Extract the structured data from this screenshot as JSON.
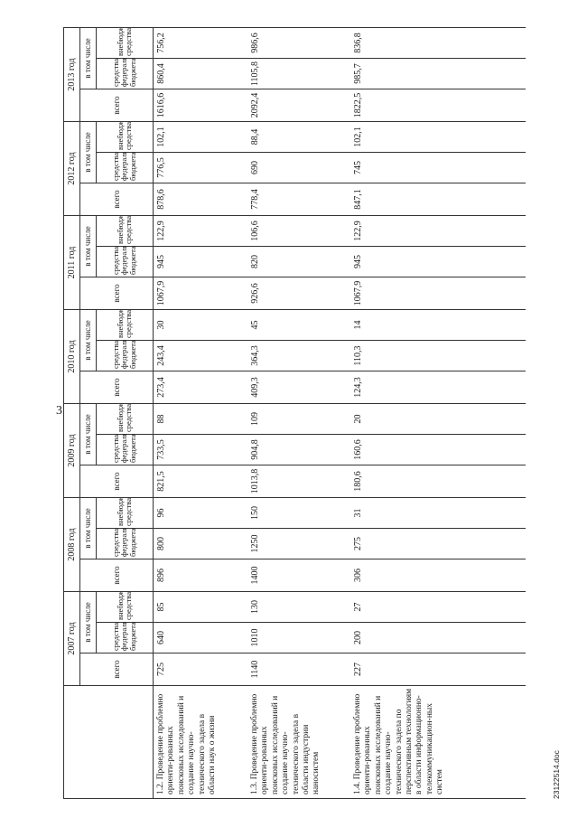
{
  "page_number": "3",
  "footer": "23122514.doc",
  "header": {
    "years": [
      "2007 год",
      "2008 год",
      "2009 год",
      "2010 год",
      "2011 год",
      "2012 год",
      "2013 год"
    ],
    "total_label": "всего",
    "including_label": "в том числе",
    "federal_label": "средства федерального бюджета",
    "extra_label": "внебюджетные средства"
  },
  "rows": [
    {
      "description": "1.2. Проведение проблемно ориенти-рованных поисковых исследований и создание научно-технического задела в области наук о жизни",
      "values": [
        [
          "725",
          "640",
          "85"
        ],
        [
          "896",
          "800",
          "96"
        ],
        [
          "821,5",
          "733,5",
          "88"
        ],
        [
          "273,4",
          "243,4",
          "30"
        ],
        [
          "1067,9",
          "945",
          "122,9"
        ],
        [
          "878,6",
          "776,5",
          "102,1"
        ],
        [
          "1616,6",
          "860,4",
          "756,2"
        ]
      ]
    },
    {
      "description": "1.3. Проведение проблемно ориенти-рованных поисковых исследований и создание научно-технического задела в области индустрии наносистем",
      "values": [
        [
          "1140",
          "1010",
          "130"
        ],
        [
          "1400",
          "1250",
          "150"
        ],
        [
          "1013,8",
          "904,8",
          "109"
        ],
        [
          "409,3",
          "364,3",
          "45"
        ],
        [
          "926,6",
          "820",
          "106,6"
        ],
        [
          "778,4",
          "690",
          "88,4"
        ],
        [
          "2092,4",
          "1105,8",
          "986,6"
        ]
      ]
    },
    {
      "description": "1.4. Проведение проблемно ориенти-рованных поисковых исследований и создание научно-технического задела по перспективным технологиям в области информационно-телекоммуникацион-ных систем",
      "values": [
        [
          "227",
          "200",
          "27"
        ],
        [
          "306",
          "275",
          "31"
        ],
        [
          "180,6",
          "160,6",
          "20"
        ],
        [
          "124,3",
          "110,3",
          "14"
        ],
        [
          "1067,9",
          "945",
          "122,9"
        ],
        [
          "847,1",
          "745",
          "102,1"
        ],
        [
          "1822,5",
          "985,7",
          "836,8"
        ]
      ]
    }
  ]
}
